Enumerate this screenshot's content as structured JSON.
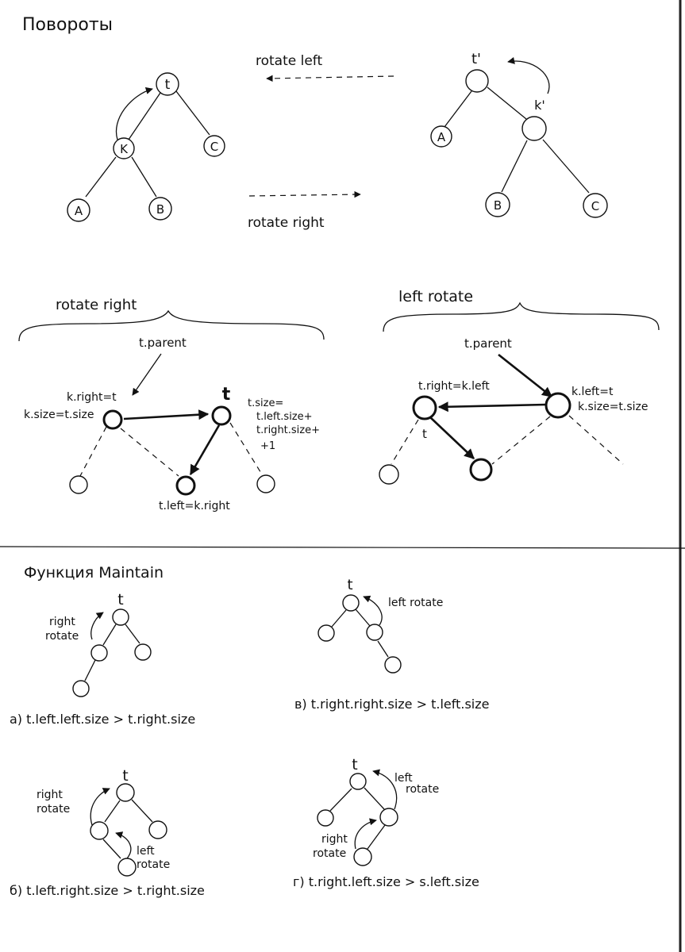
{
  "rotations": {
    "title": "Повороты",
    "rotate_left_label": "rotate left",
    "rotate_right_label": "rotate right",
    "left_tree": {
      "root": "t",
      "child": "K",
      "leaves": [
        "A",
        "B",
        "C"
      ]
    },
    "right_tree": {
      "root": "t'",
      "child": "k'",
      "leaves": [
        "A",
        "B",
        "C"
      ]
    }
  },
  "details": {
    "rotate_right_title": "rotate right",
    "left_rotate_title": "left rotate",
    "rr": {
      "parent_label": "t.parent",
      "k_right_label": "k.right=t",
      "k_size_label": "k.size=t.size",
      "t_label": "t",
      "t_size_lines": [
        "t.size=",
        "t.left.size+",
        "t.right.size+",
        "+1"
      ],
      "t_left_label": "t.left=k.right"
    },
    "lr": {
      "parent_label": "t.parent",
      "t_right_label": "t.right=k.left",
      "k_left_label": "k.left=t",
      "k_size_label": "k.size=t.size",
      "t_label": "t"
    }
  },
  "maintain": {
    "title": "Функция Maintain",
    "case_a": {
      "caption": "a) t.left.left.size > t.right.size",
      "root": "t",
      "rotate_label": [
        "right",
        "rotate"
      ]
    },
    "case_v": {
      "caption": "в) t.right.right.size > t.left.size",
      "root": "t",
      "rotate_label": "left rotate"
    },
    "case_b": {
      "caption": "б) t.left.right.size > t.right.size",
      "root": "t",
      "rotate_label_1": [
        "right",
        "rotate"
      ],
      "rotate_label_2": [
        "left",
        "rotate"
      ]
    },
    "case_g": {
      "caption": "г) t.right.left.size > s.left.size",
      "root": "t",
      "rotate_label_1": [
        "left",
        "rotate"
      ],
      "rotate_label_2": [
        "right",
        "rotate"
      ]
    }
  }
}
